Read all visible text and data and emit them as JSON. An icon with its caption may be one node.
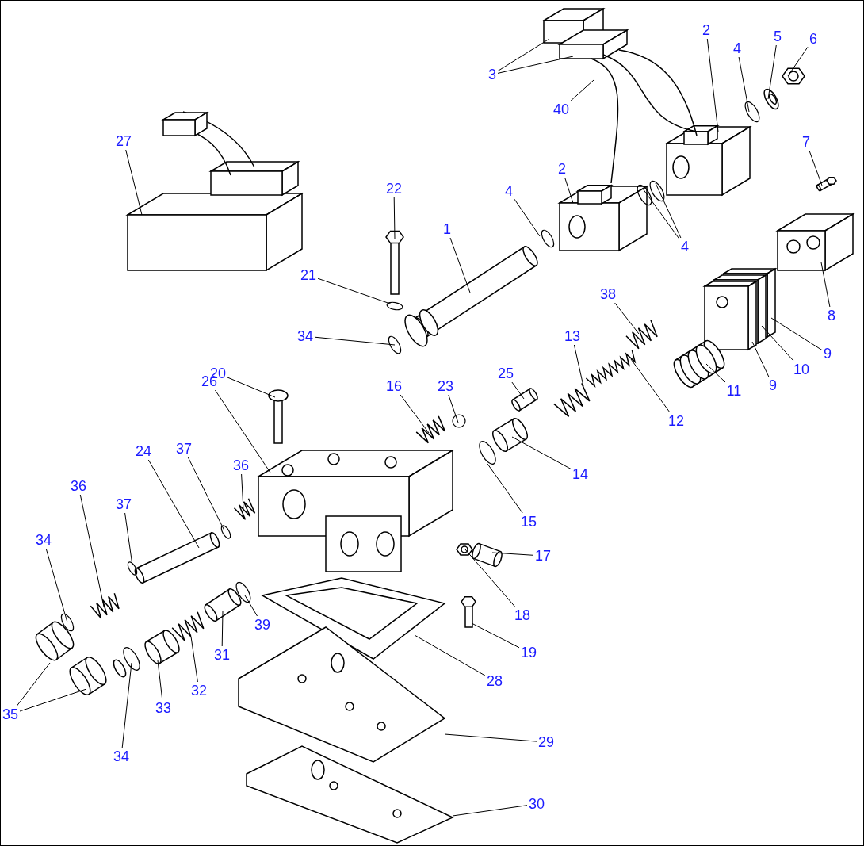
{
  "diagram": {
    "nodes": [
      {
        "text": [
          "2"
        ]
      },
      {
        "text": [
          "6"
        ]
      },
      {
        "text": [
          "5"
        ]
      },
      {
        "text": [
          "4"
        ]
      },
      {
        "text": [
          "3"
        ]
      },
      {
        "text": [
          "40"
        ]
      },
      {
        "text": [
          "27"
        ]
      },
      {
        "text": [
          "7"
        ]
      },
      {
        "text": [
          "2"
        ]
      },
      {
        "text": [
          "22"
        ]
      },
      {
        "text": [
          "4"
        ]
      },
      {
        "text": [
          "1"
        ]
      },
      {
        "text": [
          "4"
        ]
      },
      {
        "text": [
          "21"
        ]
      },
      {
        "text": [
          "38"
        ]
      },
      {
        "text": [
          "8"
        ]
      },
      {
        "text": [
          "34"
        ]
      },
      {
        "text": [
          "13"
        ]
      },
      {
        "text": [
          "9"
        ]
      },
      {
        "text": [
          "10"
        ]
      },
      {
        "text": [
          "20"
        ]
      },
      {
        "text": [
          "26"
        ]
      },
      {
        "text": [
          "25"
        ]
      },
      {
        "text": [
          "9"
        ]
      },
      {
        "text": [
          "11"
        ]
      },
      {
        "text": [
          "16"
        ]
      },
      {
        "text": [
          "23"
        ]
      },
      {
        "text": [
          "12"
        ]
      },
      {
        "text": [
          "24"
        ]
      },
      {
        "text": [
          "37"
        ]
      },
      {
        "text": [
          "36"
        ]
      },
      {
        "text": [
          "14"
        ]
      },
      {
        "text": [
          "36"
        ]
      },
      {
        "text": [
          "37"
        ]
      },
      {
        "text": [
          "15"
        ]
      },
      {
        "text": [
          "34"
        ]
      },
      {
        "text": [
          "17"
        ]
      },
      {
        "text": [
          "18"
        ]
      },
      {
        "text": [
          "39"
        ]
      },
      {
        "text": [
          "19"
        ]
      },
      {
        "text": [
          "31"
        ]
      },
      {
        "text": [
          "28"
        ]
      },
      {
        "text": [
          "32"
        ]
      },
      {
        "text": [
          "33"
        ]
      },
      {
        "text": [
          "35"
        ]
      },
      {
        "text": [
          "29"
        ]
      },
      {
        "text": [
          "34"
        ]
      },
      {
        "text": [
          "30"
        ]
      },
      {
        "text": [],
        "shape": "picture"
      },
      {
        "text": [],
        "shape": "picture"
      },
      {
        "text": [],
        "shape": "picture"
      },
      {
        "text": [],
        "shape": "circle"
      },
      {
        "text": [],
        "shape": "picture"
      },
      {
        "text": [],
        "shape": "picture"
      },
      {
        "text": [],
        "shape": "picture"
      },
      {
        "text": [],
        "shape": "picture"
      },
      {
        "text": [],
        "shape": "picture"
      },
      {
        "text": [],
        "shape": "picture"
      },
      {
        "text": [],
        "shape": "circle"
      },
      {
        "text": [],
        "shape": "picture"
      },
      {
        "text": [],
        "shape": "circle"
      },
      {
        "text": [],
        "shape": "circle"
      },
      {
        "text": [],
        "shape": "circle"
      },
      {
        "text": [],
        "shape": "picture"
      },
      {
        "text": [],
        "shape": "picture"
      },
      {
        "text": [],
        "shape": "circle"
      },
      {
        "text": [],
        "shape": "picture"
      },
      {
        "text": [],
        "shape": "picture"
      },
      {
        "text": [],
        "shape": "picture"
      },
      {
        "text": [],
        "shape": "picture"
      },
      {
        "text": [],
        "shape": "picture"
      },
      {
        "text": [],
        "shape": "picture"
      },
      {
        "text": [],
        "shape": "picture"
      },
      {
        "text": [],
        "shape": "picture"
      },
      {
        "text": [],
        "shape": "picture"
      },
      {
        "text": [],
        "shape": "circle"
      },
      {
        "text": [],
        "shape": "picture"
      },
      {
        "text": [],
        "shape": "picture"
      },
      {
        "text": [],
        "shape": "circle"
      },
      {
        "text": [],
        "shape": "picture"
      },
      {
        "text": [],
        "shape": "picture"
      },
      {
        "text": [],
        "shape": "picture"
      },
      {
        "text": [],
        "shape": "circle"
      },
      {
        "text": [],
        "shape": "circle"
      },
      {
        "text": [],
        "shape": "circle"
      },
      {
        "text": [],
        "shape": "picture"
      },
      {
        "text": [],
        "shape": "picture"
      },
      {
        "text": [],
        "shape": "circle"
      },
      {
        "text": [],
        "shape": "picture"
      },
      {
        "text": [],
        "shape": "picture"
      },
      {
        "text": [],
        "shape": "picture"
      },
      {
        "text": [],
        "shape": "picture"
      },
      {
        "text": [],
        "shape": "picture"
      },
      {
        "text": [],
        "shape": "picture"
      },
      {
        "text": [],
        "shape": "picture"
      },
      {
        "text": [],
        "shape": "picture"
      },
      {
        "text": [],
        "shape": "circle"
      },
      {
        "text": [],
        "shape": "picture"
      }
    ],
    "edges": [
      {
        "from": 0,
        "to": 48,
        "arrow": "none"
      },
      {
        "from": 1,
        "to": 49,
        "arrow": "none"
      },
      {
        "from": 2,
        "to": 50,
        "arrow": "none"
      },
      {
        "from": 3,
        "to": 51,
        "arrow": "none"
      },
      {
        "from": 4,
        "to": 52,
        "arrow": "none"
      },
      {
        "from": 4,
        "to": 52,
        "arrow": "none"
      },
      {
        "from": 5,
        "to": 53,
        "arrow": "none"
      },
      {
        "from": 6,
        "to": 54,
        "arrow": "none"
      },
      {
        "from": 7,
        "to": 55,
        "arrow": "none"
      },
      {
        "from": 8,
        "to": 56,
        "arrow": "none"
      },
      {
        "from": 9,
        "to": 57,
        "arrow": "none"
      },
      {
        "from": 10,
        "to": 58,
        "arrow": "none"
      },
      {
        "from": 11,
        "to": 59,
        "arrow": "none"
      },
      {
        "from": 12,
        "to": 60,
        "arrow": "none"
      },
      {
        "from": 12,
        "to": 61,
        "arrow": "none"
      },
      {
        "from": 13,
        "to": 62,
        "arrow": "none"
      },
      {
        "from": 14,
        "to": 63,
        "arrow": "none"
      },
      {
        "from": 15,
        "to": 64,
        "arrow": "none"
      },
      {
        "from": 16,
        "to": 65,
        "arrow": "none"
      },
      {
        "from": 17,
        "to": 66,
        "arrow": "none"
      },
      {
        "from": 18,
        "to": 67,
        "arrow": "none"
      },
      {
        "from": 19,
        "to": 68,
        "arrow": "none"
      },
      {
        "from": 20,
        "to": 69,
        "arrow": "none"
      },
      {
        "from": 21,
        "to": 70,
        "arrow": "none"
      },
      {
        "from": 22,
        "to": 71,
        "arrow": "none"
      },
      {
        "from": 23,
        "to": 72,
        "arrow": "none"
      },
      {
        "from": 24,
        "to": 73,
        "arrow": "none"
      },
      {
        "from": 25,
        "to": 74,
        "arrow": "none"
      },
      {
        "from": 26,
        "to": 75,
        "arrow": "none"
      },
      {
        "from": 27,
        "to": 76,
        "arrow": "none"
      },
      {
        "from": 28,
        "to": 77,
        "arrow": "none"
      },
      {
        "from": 29,
        "to": 78,
        "arrow": "none"
      },
      {
        "from": 30,
        "to": 79,
        "arrow": "none"
      },
      {
        "from": 31,
        "to": 80,
        "arrow": "none"
      },
      {
        "from": 32,
        "to": 81,
        "arrow": "none"
      },
      {
        "from": 33,
        "to": 82,
        "arrow": "none"
      },
      {
        "from": 34,
        "to": 83,
        "arrow": "none"
      },
      {
        "from": 35,
        "to": 84,
        "arrow": "none"
      },
      {
        "from": 36,
        "to": 85,
        "arrow": "none"
      },
      {
        "from": 37,
        "to": 86,
        "arrow": "none"
      },
      {
        "from": 38,
        "to": 87,
        "arrow": "none"
      },
      {
        "from": 39,
        "to": 88,
        "arrow": "none"
      },
      {
        "from": 40,
        "to": 89,
        "arrow": "none"
      },
      {
        "from": 41,
        "to": 90,
        "arrow": "none"
      },
      {
        "from": 42,
        "to": 91,
        "arrow": "none"
      },
      {
        "from": 43,
        "to": 92,
        "arrow": "none"
      },
      {
        "from": 44,
        "to": 93,
        "arrow": "none"
      },
      {
        "from": 44,
        "to": 94,
        "arrow": "none"
      },
      {
        "from": 45,
        "to": 95,
        "arrow": "none"
      },
      {
        "from": 46,
        "to": 96,
        "arrow": "none"
      },
      {
        "from": 47,
        "to": 97,
        "arrow": "none"
      }
    ]
  }
}
